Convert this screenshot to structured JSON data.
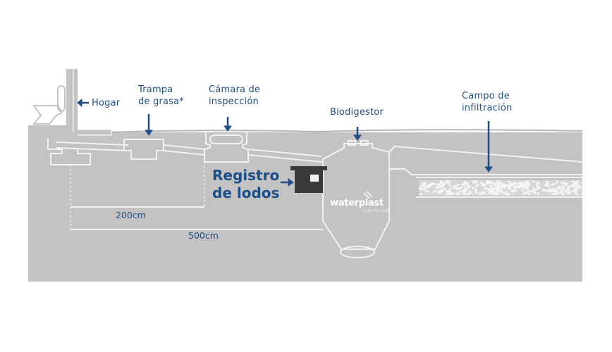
{
  "diagram": {
    "title": "Sistema Biodigestor",
    "labels": {
      "hogar": "Hogar",
      "trampa_line1": "Trampa",
      "trampa_line2": "de grasa*",
      "camara_line1": "Cámara de",
      "camara_line2": "inspección",
      "biodigestor": "Biodigestor",
      "campo_line1": "Campo de",
      "campo_line2": "infiltración",
      "registro_line1": "Registro",
      "registro_line2": "de lodos"
    },
    "dimensions": {
      "short": "200cm",
      "long": "500cm"
    },
    "logo": {
      "brand": "waterplast",
      "tagline": "CUIDA TU AGUA"
    },
    "colors": {
      "ground": "#c4c2c2",
      "outline": "#f2f2f2",
      "label_blue": "#1f4e85",
      "registro_box": "#3a3a3a",
      "background": "#ffffff"
    },
    "icons": [
      "arrow-left-icon",
      "arrow-down-icon",
      "arrow-right-icon",
      "toilet-icon"
    ]
  }
}
